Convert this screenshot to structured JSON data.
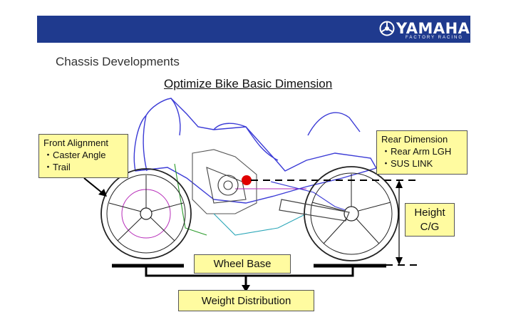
{
  "header": {
    "brand_name": "YAMAHA",
    "brand_sub": "FACTORY RACING",
    "bar_color": "#1f3a8e",
    "logo_icon": "tuning-fork-emblem-icon"
  },
  "section_heading": "Chassis Developments",
  "diagram_title": "Optimize Bike Basic Dimension",
  "callouts": {
    "front_alignment": {
      "title": "Front Alignment",
      "items": [
        "・Caster Angle",
        "・Trail"
      ]
    },
    "rear_dimension": {
      "title": "Rear Dimension",
      "items": [
        "・Rear Arm LGH",
        "・SUS LINK"
      ]
    },
    "height": {
      "line1": "Height",
      "line2": "C/G"
    },
    "wheel_base": "Wheel Base",
    "weight_distribution": "Weight Distribution"
  },
  "colors": {
    "callout_fill": "#fffba0",
    "frame_outline": "#3b3bd6",
    "cg_marker": "#e00000"
  }
}
